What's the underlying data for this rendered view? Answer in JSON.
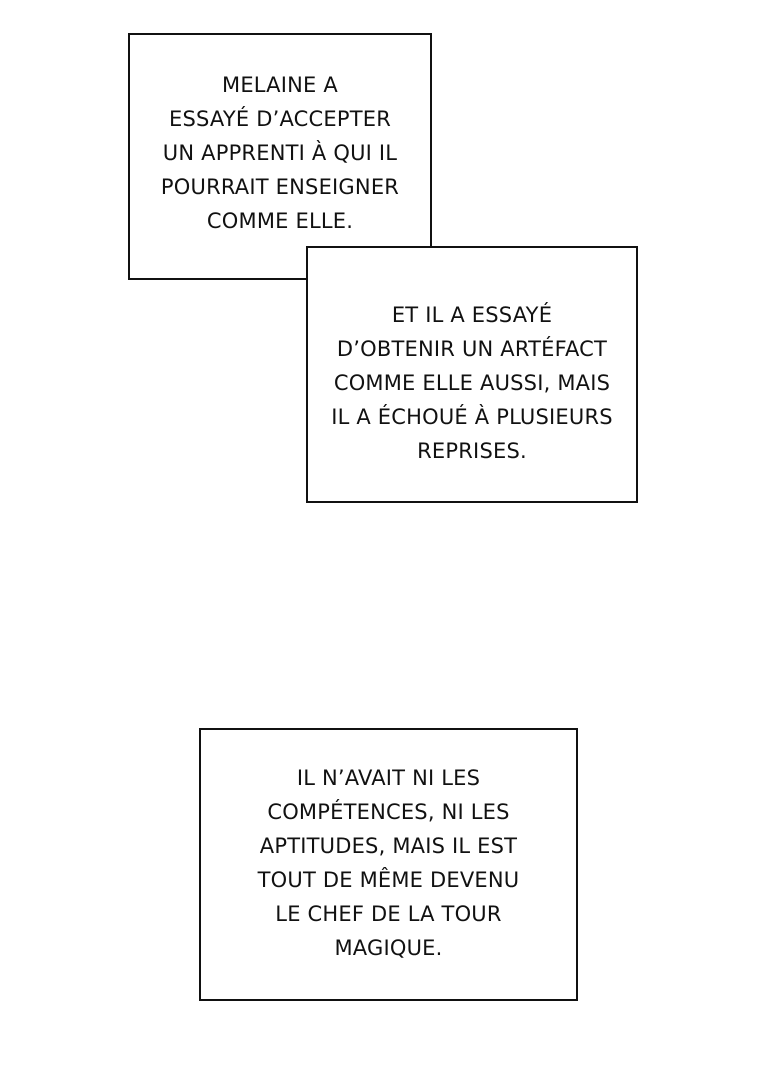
{
  "captions": {
    "first": {
      "lines": [
        "MELAINE A",
        "ESSAYÉ D’ACCEPTER",
        "UN APPRENTI À QUI IL",
        "POURRAIT ENSEIGNER",
        "COMME ELLE."
      ]
    },
    "second": {
      "lines": [
        "ET IL A ESSAYÉ",
        "D’OBTENIR UN ARTÉFACT",
        "COMME ELLE AUSSI, MAIS",
        "IL A ÉCHOUÉ À PLUSIEURS",
        "REPRISES."
      ]
    },
    "third": {
      "lines": [
        "IL N’AVAIT NI LES",
        "COMPÉTENCES, NI LES",
        "APTITUDES, MAIS IL EST",
        "TOUT DE MÊME DEVENU",
        "LE CHEF DE LA TOUR",
        "MAGIQUE."
      ]
    }
  }
}
